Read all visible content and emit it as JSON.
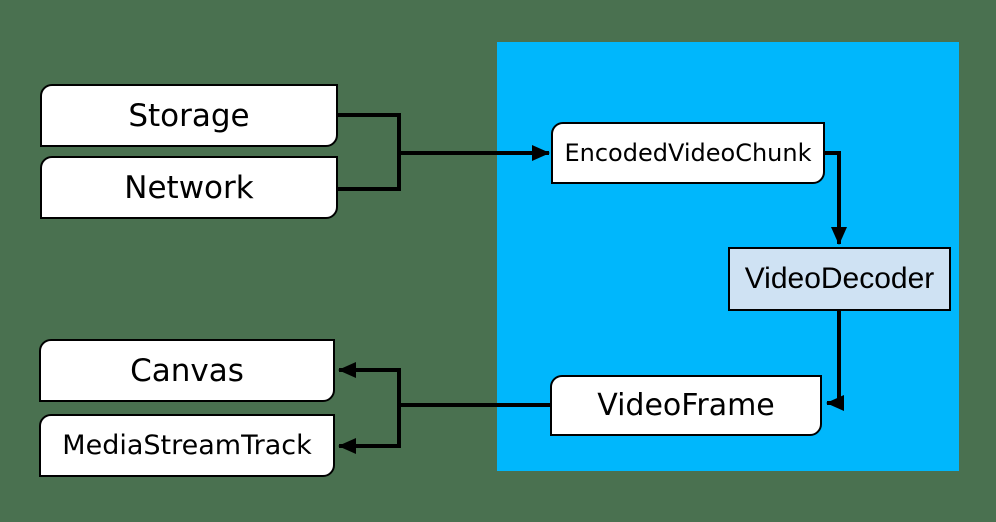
{
  "colors": {
    "background": "#4a7150",
    "region": "#00b7fc",
    "node_fill": "#ffffff",
    "decoder_fill": "#cfe2f3",
    "line": "#000000"
  },
  "diagram": {
    "nodes": {
      "storage": {
        "label": "Storage"
      },
      "network": {
        "label": "Network"
      },
      "encoded_video_chunk": {
        "label": "EncodedVideoChunk"
      },
      "video_decoder": {
        "label": "VideoDecoder"
      },
      "video_frame": {
        "label": "VideoFrame"
      },
      "canvas": {
        "label": "Canvas"
      },
      "media_stream_track": {
        "label": "MediaStreamTrack"
      }
    },
    "edges": [
      {
        "from": "Storage",
        "to": "EncodedVideoChunk"
      },
      {
        "from": "Network",
        "to": "EncodedVideoChunk"
      },
      {
        "from": "EncodedVideoChunk",
        "to": "VideoDecoder"
      },
      {
        "from": "VideoDecoder",
        "to": "VideoFrame"
      },
      {
        "from": "VideoFrame",
        "to": "Canvas"
      },
      {
        "from": "VideoFrame",
        "to": "MediaStreamTrack"
      }
    ]
  }
}
